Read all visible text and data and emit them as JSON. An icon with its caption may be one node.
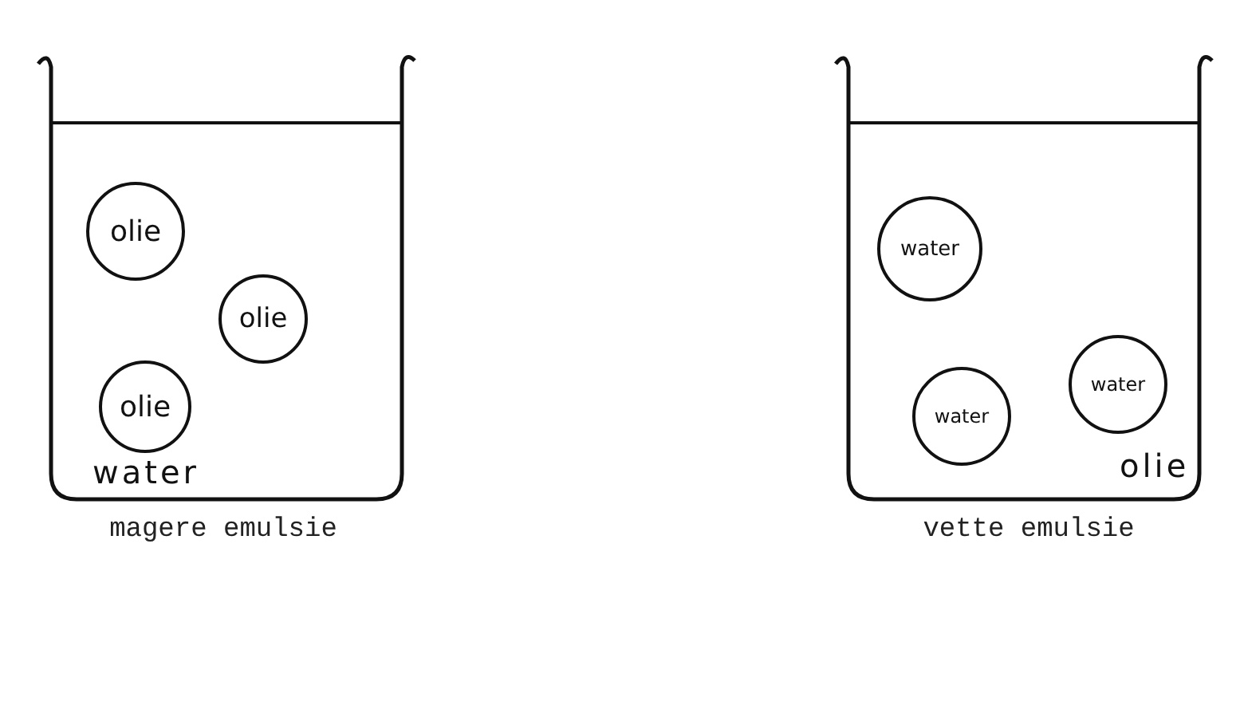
{
  "diagram": {
    "nodes": [
      {
        "text": [
          "water"
        ],
        "beside": [
          "magere emulsie"
        ]
      },
      {
        "text": [
          "olie"
        ],
        "in": 0
      },
      {
        "text": [
          "olie"
        ],
        "in": 0
      },
      {
        "text": [
          "olie"
        ],
        "in": 0
      },
      {
        "text": [
          "olie"
        ],
        "beside": [
          "vette emulsie"
        ]
      },
      {
        "text": [
          "water"
        ],
        "in": 4
      },
      {
        "text": [
          "water"
        ],
        "in": 4
      },
      {
        "text": [
          "water"
        ],
        "in": 4
      }
    ]
  }
}
